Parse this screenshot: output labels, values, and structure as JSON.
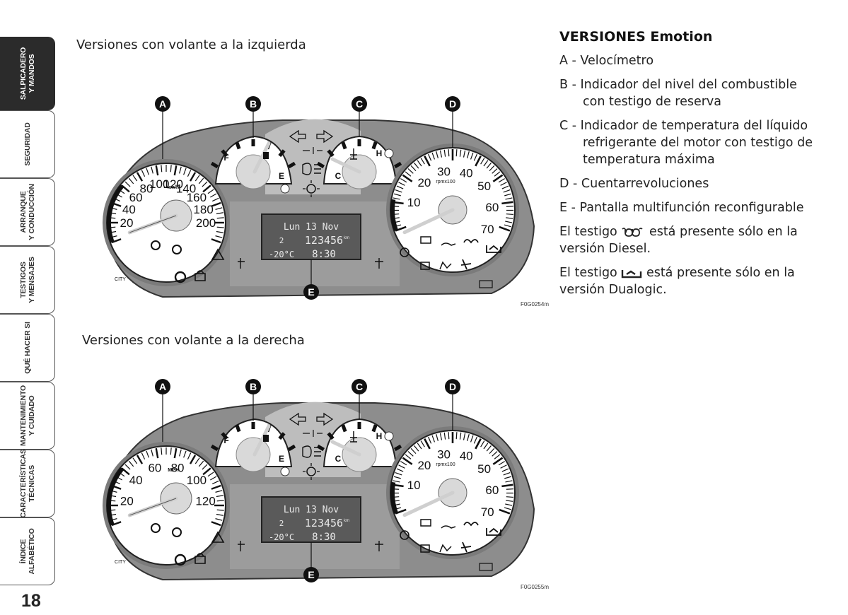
{
  "tabs": [
    {
      "line1": "SALPICADERO",
      "line2": "Y MANDOS",
      "active": true
    },
    {
      "line1": "SEGURIDAD",
      "line2": "",
      "active": false
    },
    {
      "line1": "ARRANQUE",
      "line2": "Y CONDUCCIÓN",
      "active": false
    },
    {
      "line1": "TESTIGOS",
      "line2": "Y MENSAJES",
      "active": false
    },
    {
      "line1": "QUÉ HACER SI",
      "line2": "",
      "active": false
    },
    {
      "line1": "MANTENIMIENTO",
      "line2": "Y CUIDADO",
      "active": false
    },
    {
      "line1": "CARACTERÍSTICAS",
      "line2": "TÉCNICAS",
      "active": false
    },
    {
      "line1": "ÍNDICE",
      "line2": "ALFABÉTICO",
      "active": false
    }
  ],
  "page_number": "18",
  "figure_left": {
    "caption": "Versiones con volante a la izquierda",
    "code": "F0G0254m",
    "speedo_labels": [
      "20",
      "40",
      "60",
      "80",
      "100",
      "120",
      "140",
      "160",
      "180",
      "200"
    ],
    "speedo_unit": "km/h"
  },
  "figure_right": {
    "caption": "Versiones con volante a la derecha",
    "code": "F0G0255m",
    "speedo_labels": [
      "20",
      "40",
      "60",
      "80",
      "100",
      "120"
    ],
    "speedo_unit": "MPH"
  },
  "callouts": [
    "A",
    "B",
    "C",
    "D",
    "E"
  ],
  "gauge_text": {
    "fuel_full": "F",
    "fuel_empty": "E",
    "temp_hot": "H",
    "temp_cold": "C",
    "city": "CITY",
    "rpm_unit": "rpmx100",
    "rpm_labels": [
      "10",
      "20",
      "30",
      "40",
      "50",
      "60",
      "70"
    ]
  },
  "display": {
    "date": "Lun 13 Nov",
    "odometer": "123456",
    "odometer_unit": "km",
    "temperature": "-20°C",
    "time": "8:30"
  },
  "description": {
    "title": "VERSIONES Emotion",
    "items": [
      "A - Velocímetro",
      "B - Indicador del nivel del combustible con testigo de reserva",
      "C - Indicador de temperatura del líquido refrigerante del motor con testigo de temperatura máxima",
      "D - Cuentarrevoluciones",
      "E - Pantalla multifunción reconfigurable"
    ],
    "note1_pre": "El testigo",
    "note1_post": "está presente sólo en la versión Diesel.",
    "note2_pre": "El testigo",
    "note2_post": "está presente sólo en la versión Dualogic."
  }
}
